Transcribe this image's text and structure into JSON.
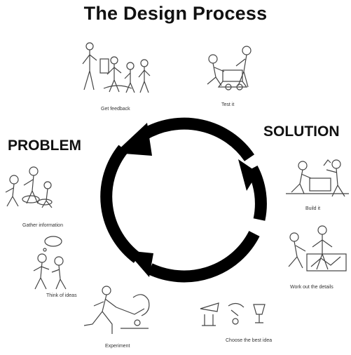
{
  "title": "The Design Process",
  "labels": {
    "problem": "PROBLEM",
    "solution": "SOLUTION"
  },
  "steps": [
    {
      "caption": "Get feedback",
      "icon": "people-discussing-sketch"
    },
    {
      "caption": "Test it",
      "icon": "person-testing-model-sketch"
    },
    {
      "caption": "Build it",
      "icon": "people-building-sketch"
    },
    {
      "caption": "Work out the details",
      "icon": "person-drawing-details-sketch"
    },
    {
      "caption": "Choose the best idea",
      "icon": "idea-options-sketch"
    },
    {
      "caption": "Experiment",
      "icon": "person-experimenting-sketch"
    },
    {
      "caption": "Think of ideas",
      "icon": "people-thinking-sketch"
    },
    {
      "caption": "Gather information",
      "icon": "people-gathering-info-sketch"
    }
  ],
  "colors": {
    "arrow": "#000000",
    "sketch_line": "#444444",
    "text": "#111111"
  }
}
